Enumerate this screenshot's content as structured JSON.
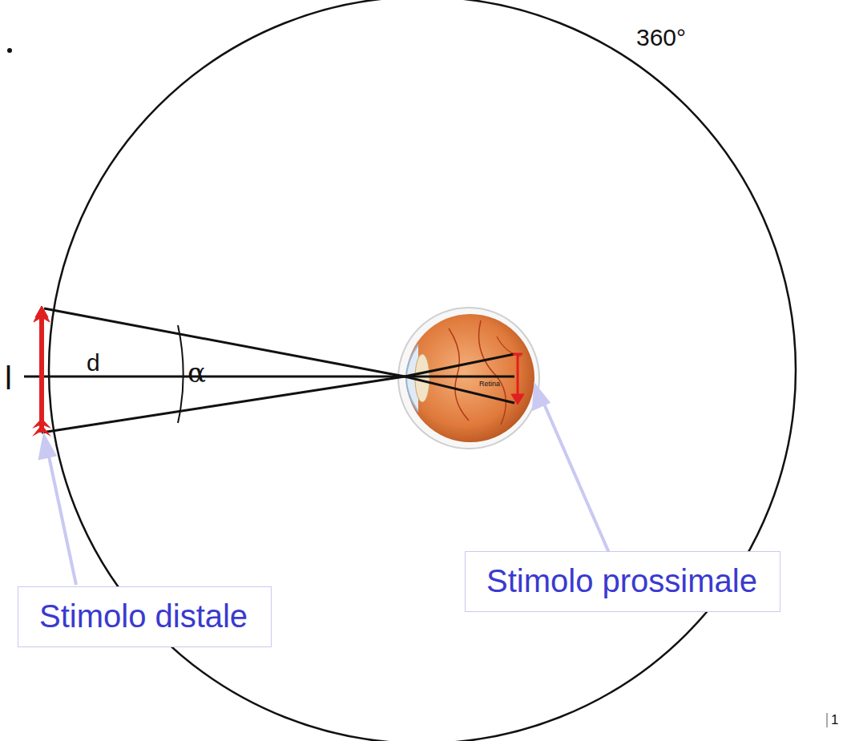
{
  "diagram": {
    "nodes": [
      {
        "text": [
          "Stimolo distale"
        ]
      },
      {
        "text": [
          "Stimolo prossimale"
        ]
      }
    ],
    "labels": [
      "360°",
      "l",
      "d",
      "α",
      "Retina",
      "1"
    ]
  }
}
